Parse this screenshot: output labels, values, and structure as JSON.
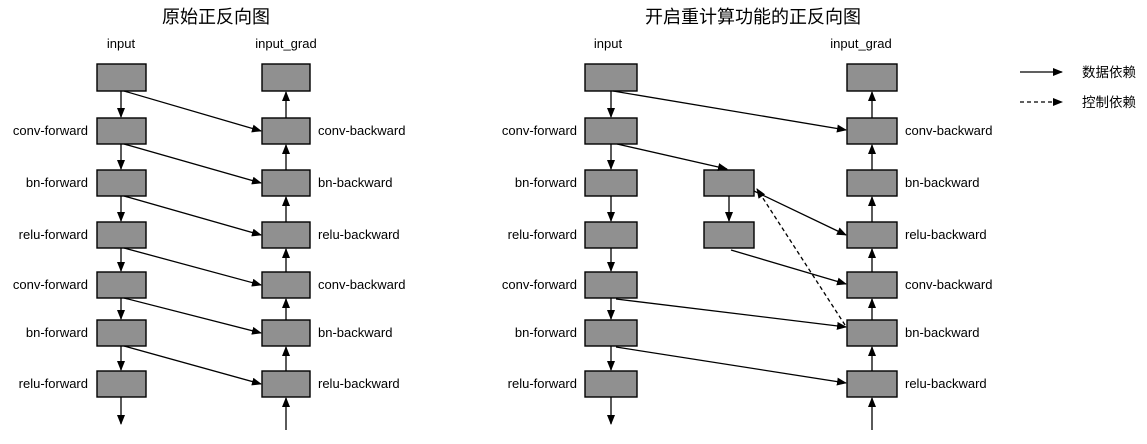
{
  "colors": {
    "box_fill": "#909090",
    "box_stroke": "#000000",
    "arrow": "#000000",
    "background": "#ffffff"
  },
  "left_diagram": {
    "title": "原始正反向图",
    "input_label": "input",
    "input_grad_label": "input_grad",
    "forward_labels": [
      "conv-forward",
      "bn-forward",
      "relu-forward",
      "conv-forward",
      "bn-forward",
      "relu-forward"
    ],
    "backward_labels": [
      "conv-backward",
      "bn-backward",
      "relu-backward",
      "conv-backward",
      "bn-backward",
      "relu-backward"
    ]
  },
  "right_diagram": {
    "title": "开启重计算功能的正反向图",
    "input_label": "input",
    "input_grad_label": "input_grad",
    "forward_labels": [
      "conv-forward",
      "bn-forward",
      "relu-forward",
      "conv-forward",
      "bn-forward",
      "relu-forward"
    ],
    "backward_labels": [
      "conv-backward",
      "bn-backward",
      "relu-backward",
      "conv-backward",
      "bn-backward",
      "relu-backward"
    ]
  },
  "legend": {
    "items": [
      {
        "label": "数据依赖",
        "style": "solid"
      },
      {
        "label": "控制依赖",
        "style": "dashed"
      }
    ]
  }
}
